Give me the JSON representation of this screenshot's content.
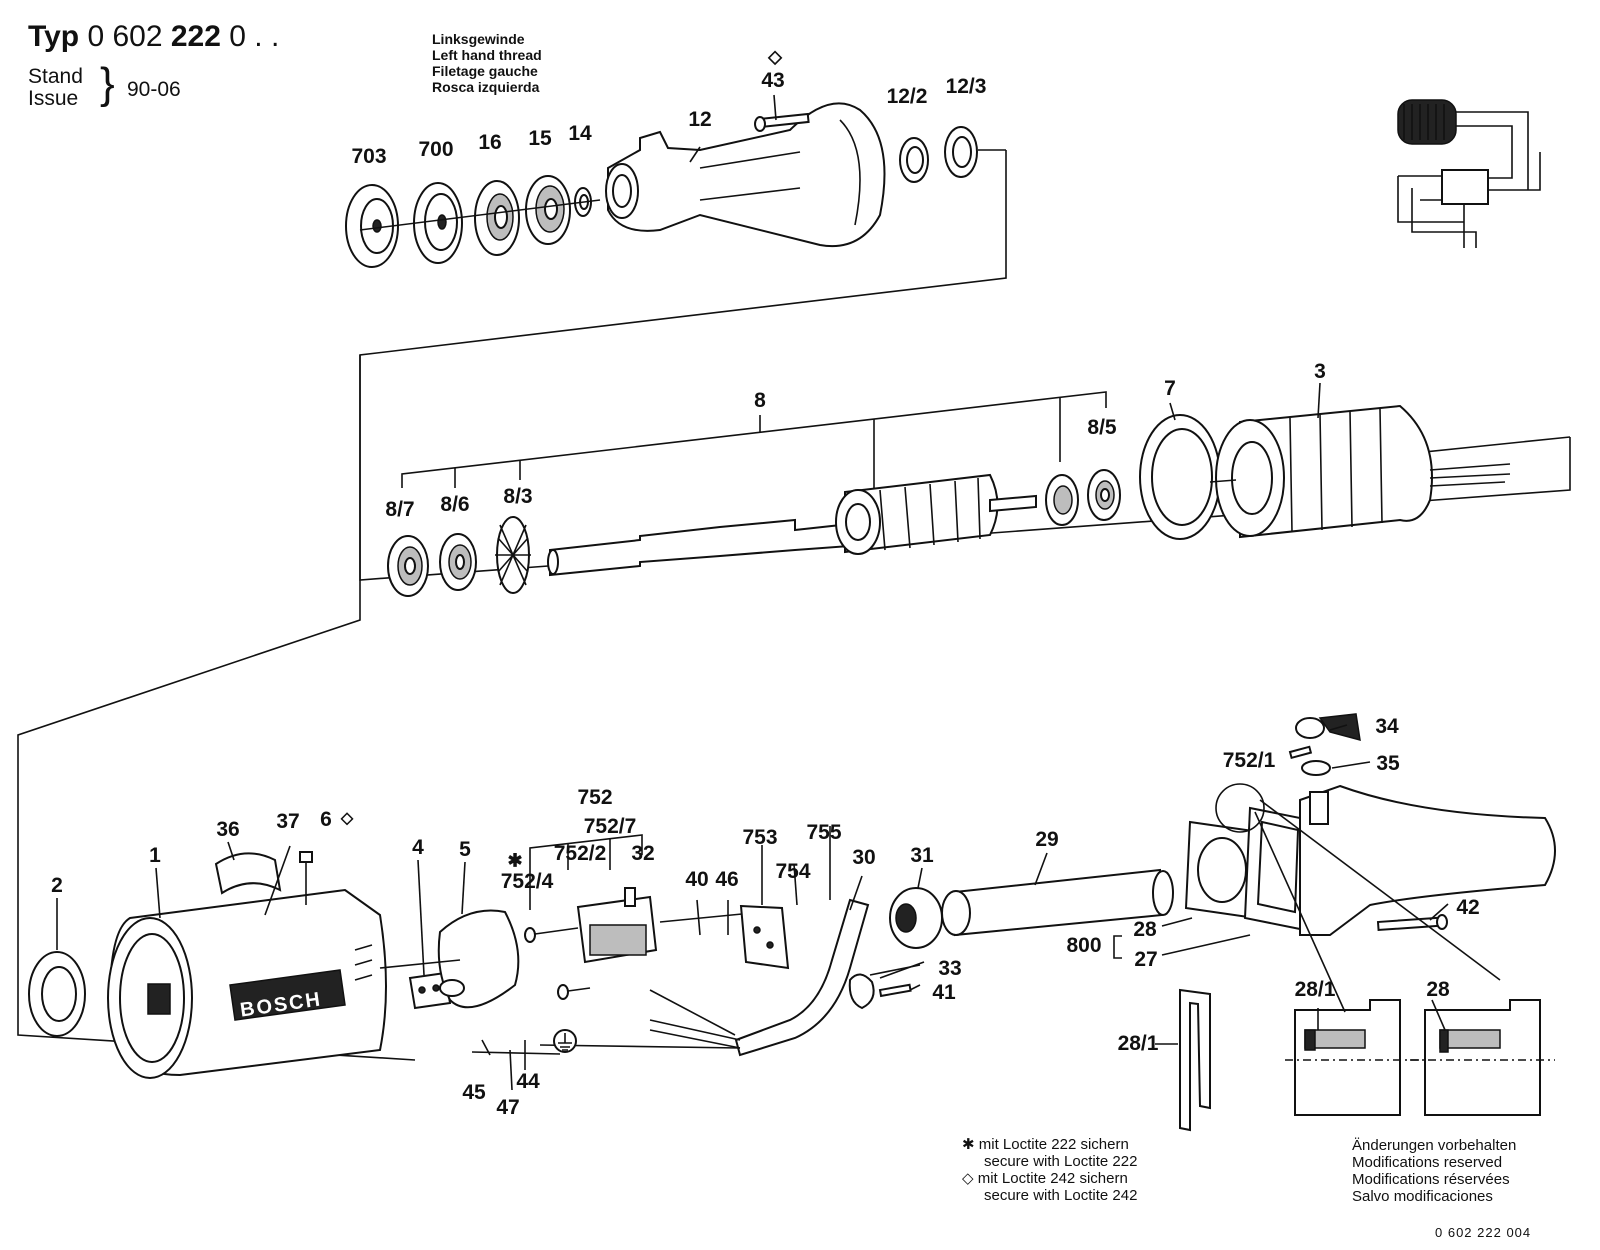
{
  "header": {
    "typ_label": "Typ",
    "typ_prefix": "0 602",
    "typ_main": "222",
    "typ_suffix": "0 . .",
    "stand_label": "Stand",
    "issue_label": "Issue",
    "date": "90-06"
  },
  "left_hand_thread": {
    "line1": "Linksgewinde",
    "line2": "Left hand thread",
    "line3": "Filetage gauche",
    "line4": "Rosca izquierda"
  },
  "part_labels": {
    "p703": "703",
    "p700": "700",
    "p16": "16",
    "p15": "15",
    "p14": "14",
    "p12": "12",
    "p43": "43",
    "p12_2": "12/2",
    "p12_3": "12/3",
    "p8": "8",
    "p8_7": "8/7",
    "p8_6": "8/6",
    "p8_3": "8/3",
    "p8_5": "8/5",
    "p7": "7",
    "p3": "3",
    "p2": "2",
    "p1": "1",
    "p36": "36",
    "p37": "37",
    "p6": "6",
    "p4": "4",
    "p5": "5",
    "p752": "752",
    "p752_7": "752/7",
    "p752_2": "752/2",
    "p752_4": "752/4",
    "p32": "32",
    "p40": "40",
    "p46": "46",
    "p753": "753",
    "p754": "754",
    "p755": "755",
    "p30": "30",
    "p31": "31",
    "p29": "29",
    "p33": "33",
    "p41": "41",
    "p45": "45",
    "p44": "44",
    "p47": "47",
    "p34": "34",
    "p35": "35",
    "p752_1": "752/1",
    "p42": "42",
    "p28a": "28",
    "p27": "27",
    "p800": "800",
    "p28_1a": "28/1",
    "p28b": "28",
    "p28_1b": "28/1"
  },
  "symbols": {
    "diamond": "◇",
    "star": "✱"
  },
  "brand": "BOSCH",
  "notes": {
    "star_de": "mit Loctite 222 sichern",
    "star_en": "secure with Loctite 222",
    "diamond_de": "mit Loctite 242 sichern",
    "diamond_en": "secure with Loctite 242",
    "mod_de": "Änderungen vorbehalten",
    "mod_en": "Modifications reserved",
    "mod_fr": "Modifications réservées",
    "mod_es": "Salvo modificaciones"
  },
  "doc_number": "0 602 222 004"
}
